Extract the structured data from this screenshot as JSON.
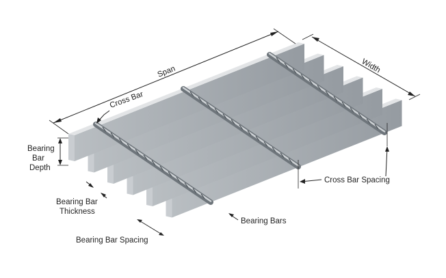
{
  "diagram": {
    "labels": {
      "span": "Span",
      "width": "Width",
      "cross_bar": "Cross Bar",
      "bearing_bar_depth_1": "Bearing",
      "bearing_bar_depth_2": "Bar",
      "bearing_bar_depth_3": "Depth",
      "bearing_bar_thickness_1": "Bearing Bar",
      "bearing_bar_thickness_2": "Thickness",
      "cross_bar_spacing": "Cross Bar Spacing",
      "bearing_bars": "Bearing Bars",
      "bearing_bar_spacing": "Bearing Bar Spacing"
    },
    "bearing_bar_count": 6,
    "cross_bar_count": 3,
    "colors": {
      "bar_top": "#e6e8ea",
      "bar_front": "#a9afb4",
      "bar_end": "#c9cdd1",
      "cross_bar": "#8e959b",
      "text": "#222222"
    }
  }
}
